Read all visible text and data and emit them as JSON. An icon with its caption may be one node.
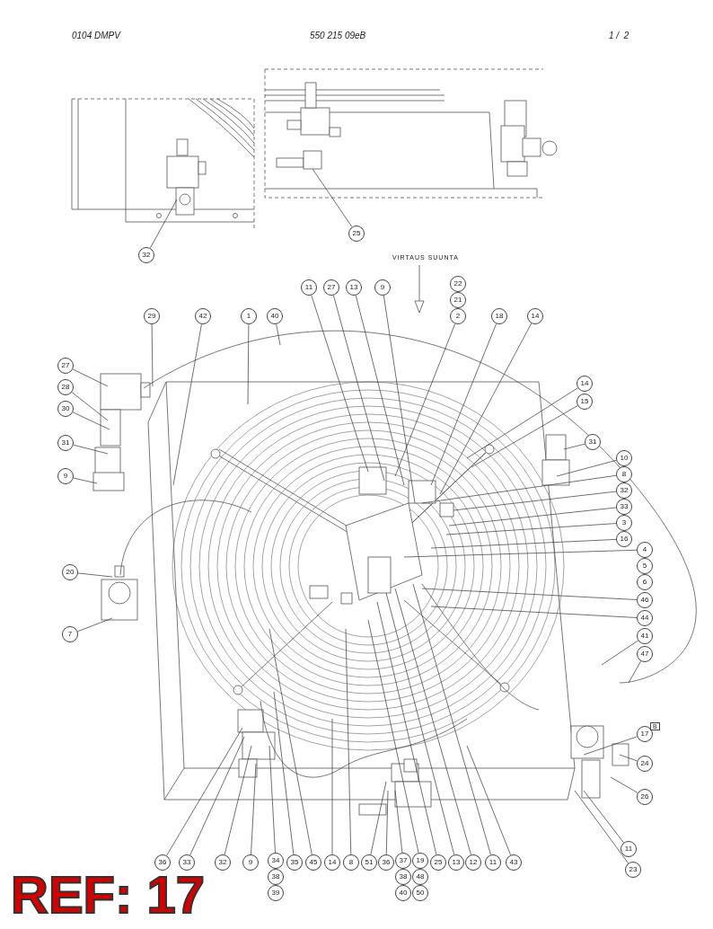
{
  "diagram": {
    "nodes": [
      {
        "text": [
          "32"
        ]
      },
      {
        "text": [
          "25"
        ]
      },
      {
        "text": [
          "29"
        ]
      },
      {
        "text": [
          "42"
        ]
      },
      {
        "text": [
          "1"
        ]
      },
      {
        "text": [
          "40"
        ]
      },
      {
        "text": [
          "11"
        ]
      },
      {
        "text": [
          "27"
        ]
      },
      {
        "text": [
          "13"
        ]
      },
      {
        "text": [
          "9"
        ]
      },
      {
        "text": [
          "22"
        ]
      },
      {
        "text": [
          "21"
        ]
      },
      {
        "text": [
          "2"
        ]
      },
      {
        "text": [
          "18"
        ]
      },
      {
        "text": [
          "14"
        ]
      },
      {
        "text": [
          "14"
        ]
      },
      {
        "text": [
          "15"
        ]
      },
      {
        "text": [
          "31"
        ]
      },
      {
        "text": [
          "10"
        ]
      },
      {
        "text": [
          "8"
        ]
      },
      {
        "text": [
          "32"
        ]
      },
      {
        "text": [
          "33"
        ]
      },
      {
        "text": [
          "3"
        ]
      },
      {
        "text": [
          "16"
        ]
      },
      {
        "text": [
          "4"
        ]
      },
      {
        "text": [
          "5"
        ]
      },
      {
        "text": [
          "6"
        ]
      },
      {
        "text": [
          "46"
        ]
      },
      {
        "text": [
          "44"
        ]
      },
      {
        "text": [
          "41"
        ]
      },
      {
        "text": [
          "47"
        ]
      },
      {
        "text": [
          "17"
        ]
      },
      {
        "text": [
          "24"
        ]
      },
      {
        "text": [
          "26"
        ]
      },
      {
        "text": [
          "11"
        ]
      },
      {
        "text": [
          "23"
        ]
      },
      {
        "text": [
          "27"
        ]
      },
      {
        "text": [
          "28"
        ]
      },
      {
        "text": [
          "30"
        ]
      },
      {
        "text": [
          "31"
        ]
      },
      {
        "text": [
          "9"
        ]
      },
      {
        "text": [
          "20"
        ]
      },
      {
        "text": [
          "7"
        ]
      },
      {
        "text": [
          "36"
        ]
      },
      {
        "text": [
          "33"
        ]
      },
      {
        "text": [
          "32"
        ]
      },
      {
        "text": [
          "9"
        ]
      },
      {
        "text": [
          "34"
        ]
      },
      {
        "text": [
          "38"
        ]
      },
      {
        "text": [
          "39"
        ]
      },
      {
        "text": [
          "35"
        ]
      },
      {
        "text": [
          "45"
        ]
      },
      {
        "text": [
          "14"
        ]
      },
      {
        "text": [
          "8"
        ]
      },
      {
        "text": [
          "51"
        ]
      },
      {
        "text": [
          "36"
        ]
      },
      {
        "text": [
          "37"
        ]
      },
      {
        "text": [
          "38"
        ]
      },
      {
        "text": [
          "40"
        ]
      },
      {
        "text": [
          "19"
        ]
      },
      {
        "text": [
          "48"
        ]
      },
      {
        "text": [
          "50"
        ]
      },
      {
        "text": [
          "25"
        ]
      },
      {
        "text": [
          "13"
        ]
      },
      {
        "text": [
          "12"
        ]
      },
      {
        "text": [
          "11"
        ]
      },
      {
        "text": [
          "43"
        ]
      },
      {
        "text": [],
        "shape": "box"
      }
    ],
    "edges": [
      {
        "from": 0,
        "to": null,
        "arrow": "none"
      },
      {
        "from": 1,
        "to": 67,
        "arrow": "none"
      },
      {
        "from": 2,
        "to": null,
        "arrow": "none"
      },
      {
        "from": 3,
        "to": null,
        "arrow": "none"
      },
      {
        "from": 4,
        "to": null,
        "arrow": "none"
      },
      {
        "from": 5,
        "to": null,
        "arrow": "none"
      },
      {
        "from": 6,
        "to": null,
        "arrow": "none"
      },
      {
        "from": 7,
        "to": null,
        "arrow": "none"
      },
      {
        "from": 8,
        "to": null,
        "arrow": "none"
      },
      {
        "from": 9,
        "to": null,
        "arrow": "none"
      },
      {
        "from": 12,
        "to": null,
        "arrow": "none"
      },
      {
        "from": 13,
        "to": null,
        "arrow": "none"
      },
      {
        "from": 14,
        "to": null,
        "arrow": "none"
      },
      {
        "from": 15,
        "to": null,
        "arrow": "none"
      },
      {
        "from": 16,
        "to": null,
        "arrow": "none"
      },
      {
        "from": 17,
        "to": null,
        "arrow": "none"
      },
      {
        "from": 18,
        "to": null,
        "arrow": "none"
      },
      {
        "from": 19,
        "to": null,
        "arrow": "none"
      },
      {
        "from": 20,
        "to": null,
        "arrow": "none"
      },
      {
        "from": 21,
        "to": null,
        "arrow": "none"
      },
      {
        "from": 22,
        "to": null,
        "arrow": "none"
      },
      {
        "from": 23,
        "to": null,
        "arrow": "none"
      },
      {
        "from": 24,
        "to": null,
        "arrow": "none"
      },
      {
        "from": 27,
        "to": null,
        "arrow": "none"
      },
      {
        "from": 28,
        "to": null,
        "arrow": "none"
      },
      {
        "from": 29,
        "to": null,
        "arrow": "none"
      },
      {
        "from": 30,
        "to": null,
        "arrow": "none"
      },
      {
        "from": 31,
        "to": null,
        "arrow": "none"
      },
      {
        "from": 32,
        "to": null,
        "arrow": "none"
      },
      {
        "from": 33,
        "to": null,
        "arrow": "none"
      },
      {
        "from": 34,
        "to": null,
        "arrow": "none"
      },
      {
        "from": 35,
        "to": null,
        "arrow": "none"
      },
      {
        "from": 36,
        "to": null,
        "arrow": "none"
      },
      {
        "from": 37,
        "to": null,
        "arrow": "none"
      },
      {
        "from": 38,
        "to": null,
        "arrow": "none"
      },
      {
        "from": 39,
        "to": null,
        "arrow": "none"
      },
      {
        "from": 40,
        "to": null,
        "arrow": "none"
      },
      {
        "from": 41,
        "to": null,
        "arrow": "none"
      },
      {
        "from": 42,
        "to": null,
        "arrow": "none"
      },
      {
        "from": 43,
        "to": null,
        "arrow": "none"
      },
      {
        "from": 44,
        "to": null,
        "arrow": "none"
      },
      {
        "from": 45,
        "to": null,
        "arrow": "none"
      },
      {
        "from": 46,
        "to": null,
        "arrow": "none"
      },
      {
        "from": 47,
        "to": null,
        "arrow": "none"
      },
      {
        "from": 50,
        "to": null,
        "arrow": "none"
      },
      {
        "from": 51,
        "to": null,
        "arrow": "none"
      },
      {
        "from": 52,
        "to": null,
        "arrow": "none"
      },
      {
        "from": 53,
        "to": null,
        "arrow": "none"
      },
      {
        "from": 54,
        "to": null,
        "arrow": "none"
      },
      {
        "from": 55,
        "to": null,
        "arrow": "none"
      },
      {
        "from": 56,
        "to": null,
        "arrow": "none"
      },
      {
        "from": 59,
        "to": null,
        "arrow": "none"
      },
      {
        "from": 62,
        "to": null,
        "arrow": "none"
      },
      {
        "from": 63,
        "to": null,
        "arrow": "none"
      },
      {
        "from": 64,
        "to": null,
        "arrow": "none"
      },
      {
        "from": 65,
        "to": null,
        "arrow": "none"
      },
      {
        "from": 66,
        "to": null,
        "arrow": "none"
      }
    ],
    "labels": [
      "0104 DMPV",
      "550 215 09eB",
      "1 /  2",
      "VIRTAUS SUUNTA",
      "B",
      "REF: 17"
    ]
  }
}
